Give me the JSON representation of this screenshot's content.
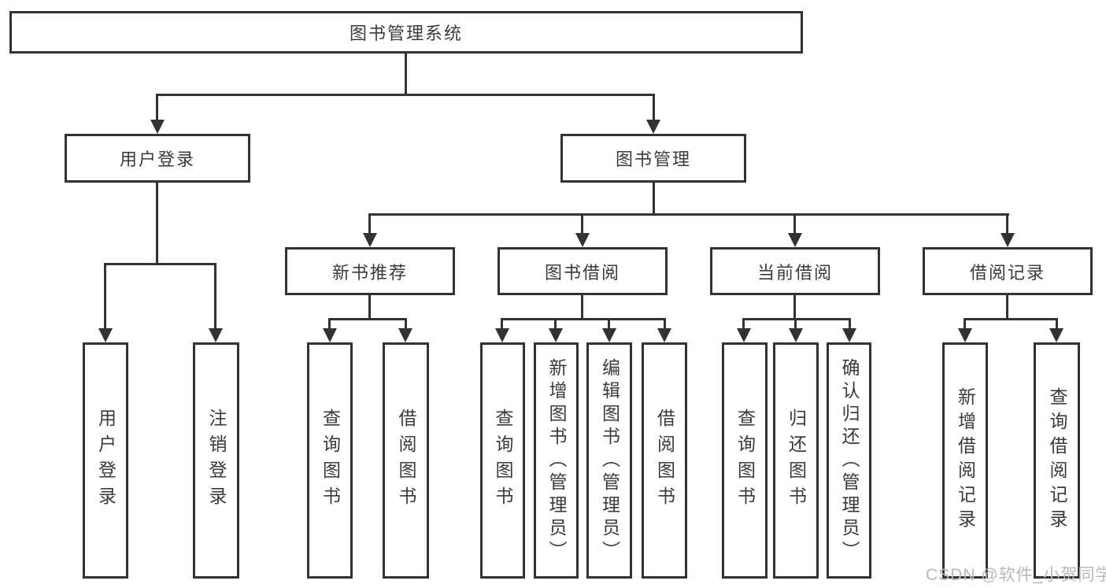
{
  "diagram": {
    "root": {
      "label": "图书管理系统"
    },
    "level2": [
      {
        "label": "用户登录"
      },
      {
        "label": "图书管理"
      }
    ],
    "level3": [
      {
        "label": "新书推荐"
      },
      {
        "label": "图书借阅"
      },
      {
        "label": "当前借阅"
      },
      {
        "label": "借阅记录"
      }
    ],
    "leaves": [
      {
        "label": "用户登录"
      },
      {
        "label": "注销登录"
      },
      {
        "label": "查询图书"
      },
      {
        "label": "借阅图书"
      },
      {
        "label": "查询图书"
      },
      {
        "label": "新增图书（管理员）"
      },
      {
        "label": "编辑图书（管理员）"
      },
      {
        "label": "借阅图书"
      },
      {
        "label": "查询图书"
      },
      {
        "label": "归还图书"
      },
      {
        "label": "确认归还（管理员）"
      },
      {
        "label": "新增借阅记录"
      },
      {
        "label": "查询借阅记录"
      }
    ]
  },
  "watermark": {
    "text": "CSDN @软件_小贺同学"
  },
  "colors": {
    "line": "#333333",
    "box_border": "#333333",
    "text": "#3a3a3a",
    "background": "#ffffff",
    "watermark": "#b8b8b8"
  }
}
